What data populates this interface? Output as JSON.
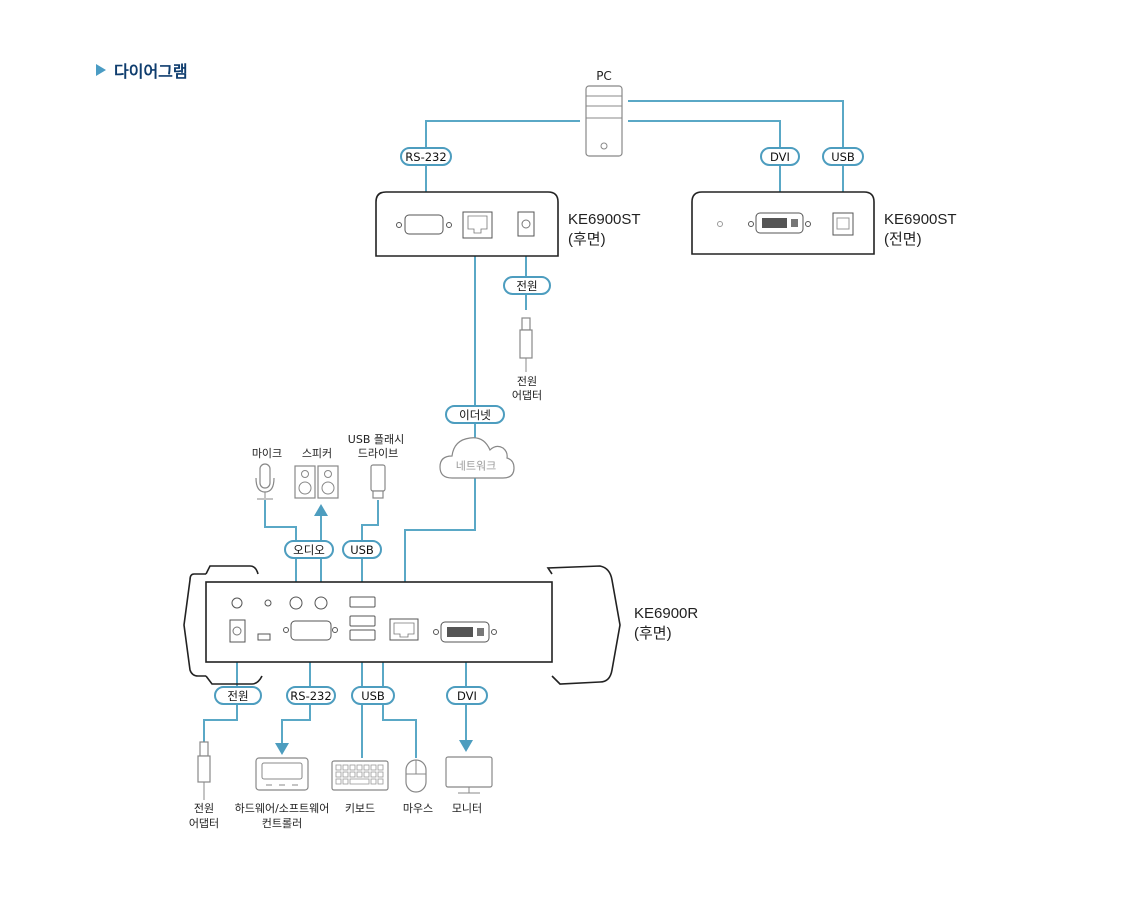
{
  "title": "다이어그램",
  "colors": {
    "cable": "#5aa8c6",
    "title": "#0f3d6e",
    "accent": "#4a9cc4"
  },
  "nodes": {
    "pc": "PC",
    "transmitter_rear": {
      "name": "KE6900ST",
      "side": "(후면)"
    },
    "transmitter_front": {
      "name": "KE6900ST",
      "side": "(전면)"
    },
    "receiver_rear": {
      "name": "KE6900R",
      "side": "(후면)"
    },
    "tx_power_adapter": [
      "전원",
      "어댑터"
    ],
    "network": "네트워크",
    "mic": "마이크",
    "speaker": "스피커",
    "usb_flash": [
      "USB 플래시",
      "드라이브"
    ],
    "rx_power_adapter": [
      "전원",
      "어댑터"
    ],
    "controller": [
      "하드웨어/소프트웨어",
      "컨트롤러"
    ],
    "keyboard": "키보드",
    "mouse": "마우스",
    "monitor": "모니터"
  },
  "cable_labels": {
    "pc_rs232": "RS-232",
    "pc_dvi": "DVI",
    "pc_usb": "USB",
    "tx_power": "전원",
    "ethernet": "이더넷",
    "audio": "오디오",
    "rx_usb_flash": "USB",
    "rx_power": "전원",
    "rx_rs232": "RS-232",
    "rx_usb": "USB",
    "rx_dvi": "DVI"
  }
}
